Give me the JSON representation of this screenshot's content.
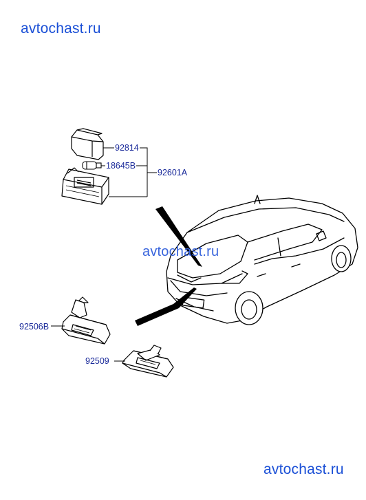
{
  "watermarks": {
    "top": "avtochast.ru",
    "middle": "avtochast.ru",
    "bottom": "avtochast.ru"
  },
  "parts": {
    "lens_cover": "92814",
    "bulb": "18645B",
    "lamp_assembly": "92601A",
    "lamp_type_b": "92506B",
    "lamp_type_c": "92509"
  },
  "colors": {
    "watermark": "#1a4fd6",
    "label": "#1a2a9a",
    "line": "#000000"
  }
}
